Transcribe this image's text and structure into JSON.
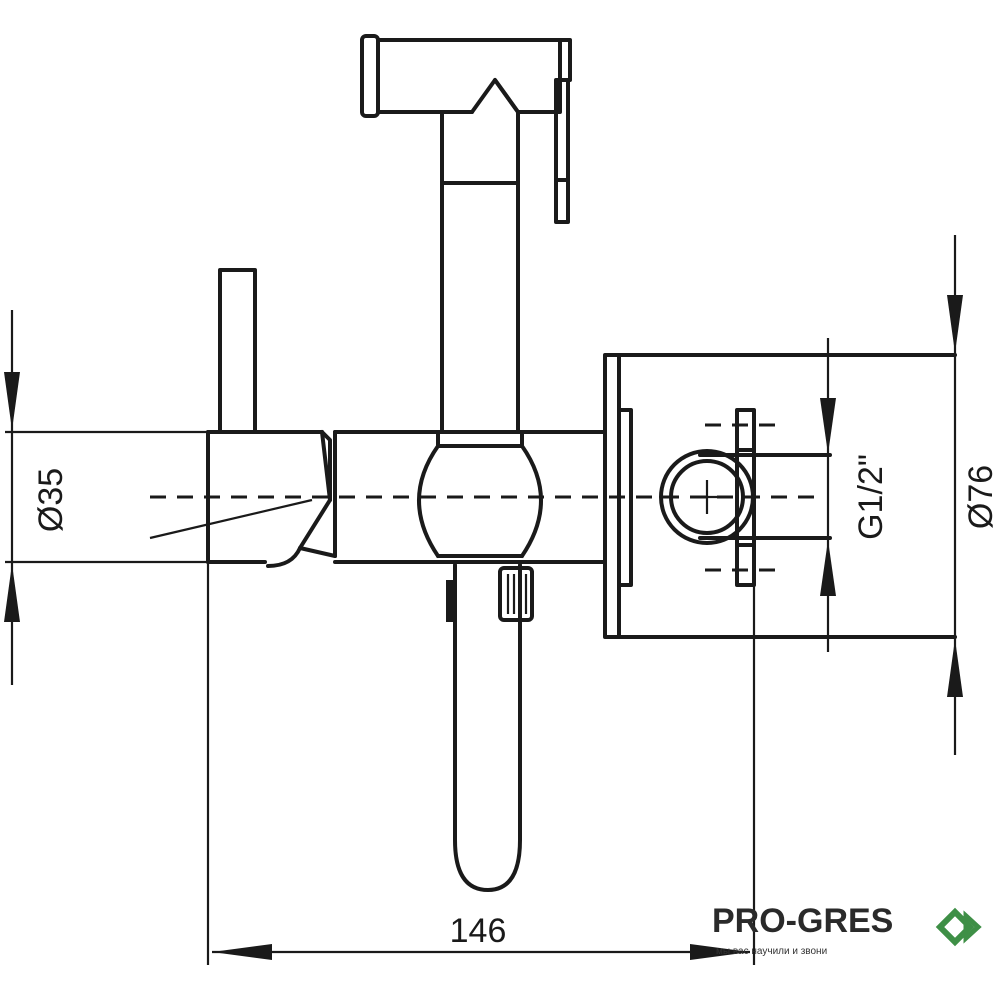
{
  "dimensions": {
    "diameter_body": "Ø35",
    "thread": "G1/2\"",
    "diameter_flange": "Ø76",
    "length": "146"
  },
  "brand": {
    "name": "PRO-GRES",
    "tagline": "мы вас научили и звони",
    "logo_color": "#3e8f46"
  }
}
